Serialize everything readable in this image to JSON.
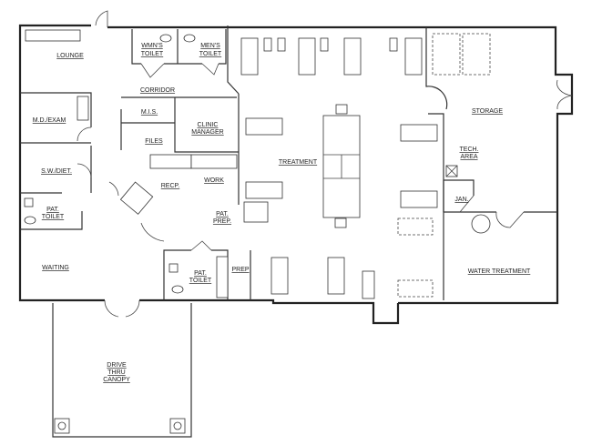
{
  "plan": {
    "rooms": {
      "lounge": "LOUNGE",
      "womens_toilet": [
        "WMN'S",
        "TOILET"
      ],
      "mens_toilet": [
        "MEN'S",
        "TOILET"
      ],
      "corridor": "CORRIDOR",
      "md_exam": "M.D./EXAM",
      "mis": "M.I.S.",
      "clinic_manager": [
        "CLINIC",
        "MANAGER"
      ],
      "files": "FILES",
      "sw_diet": "S.W./DIET.",
      "recp": "RECP.",
      "work": "WORK",
      "treatment": "TREATMENT",
      "pat_prep": [
        "PAT.",
        "PREP."
      ],
      "pat_toilet_west": [
        "PAT.",
        "TOILET"
      ],
      "pat_toilet_south": [
        "PAT.",
        "TOILET"
      ],
      "waiting": "WAITING",
      "prep": "PREP",
      "storage": "STORAGE",
      "tech_area": [
        "TECH.",
        "AREA"
      ],
      "jan": "JAN.",
      "water_treatment": "WATER TREATMENT",
      "canopy": [
        "DRIVE",
        "THRU",
        "CANOPY"
      ]
    }
  }
}
